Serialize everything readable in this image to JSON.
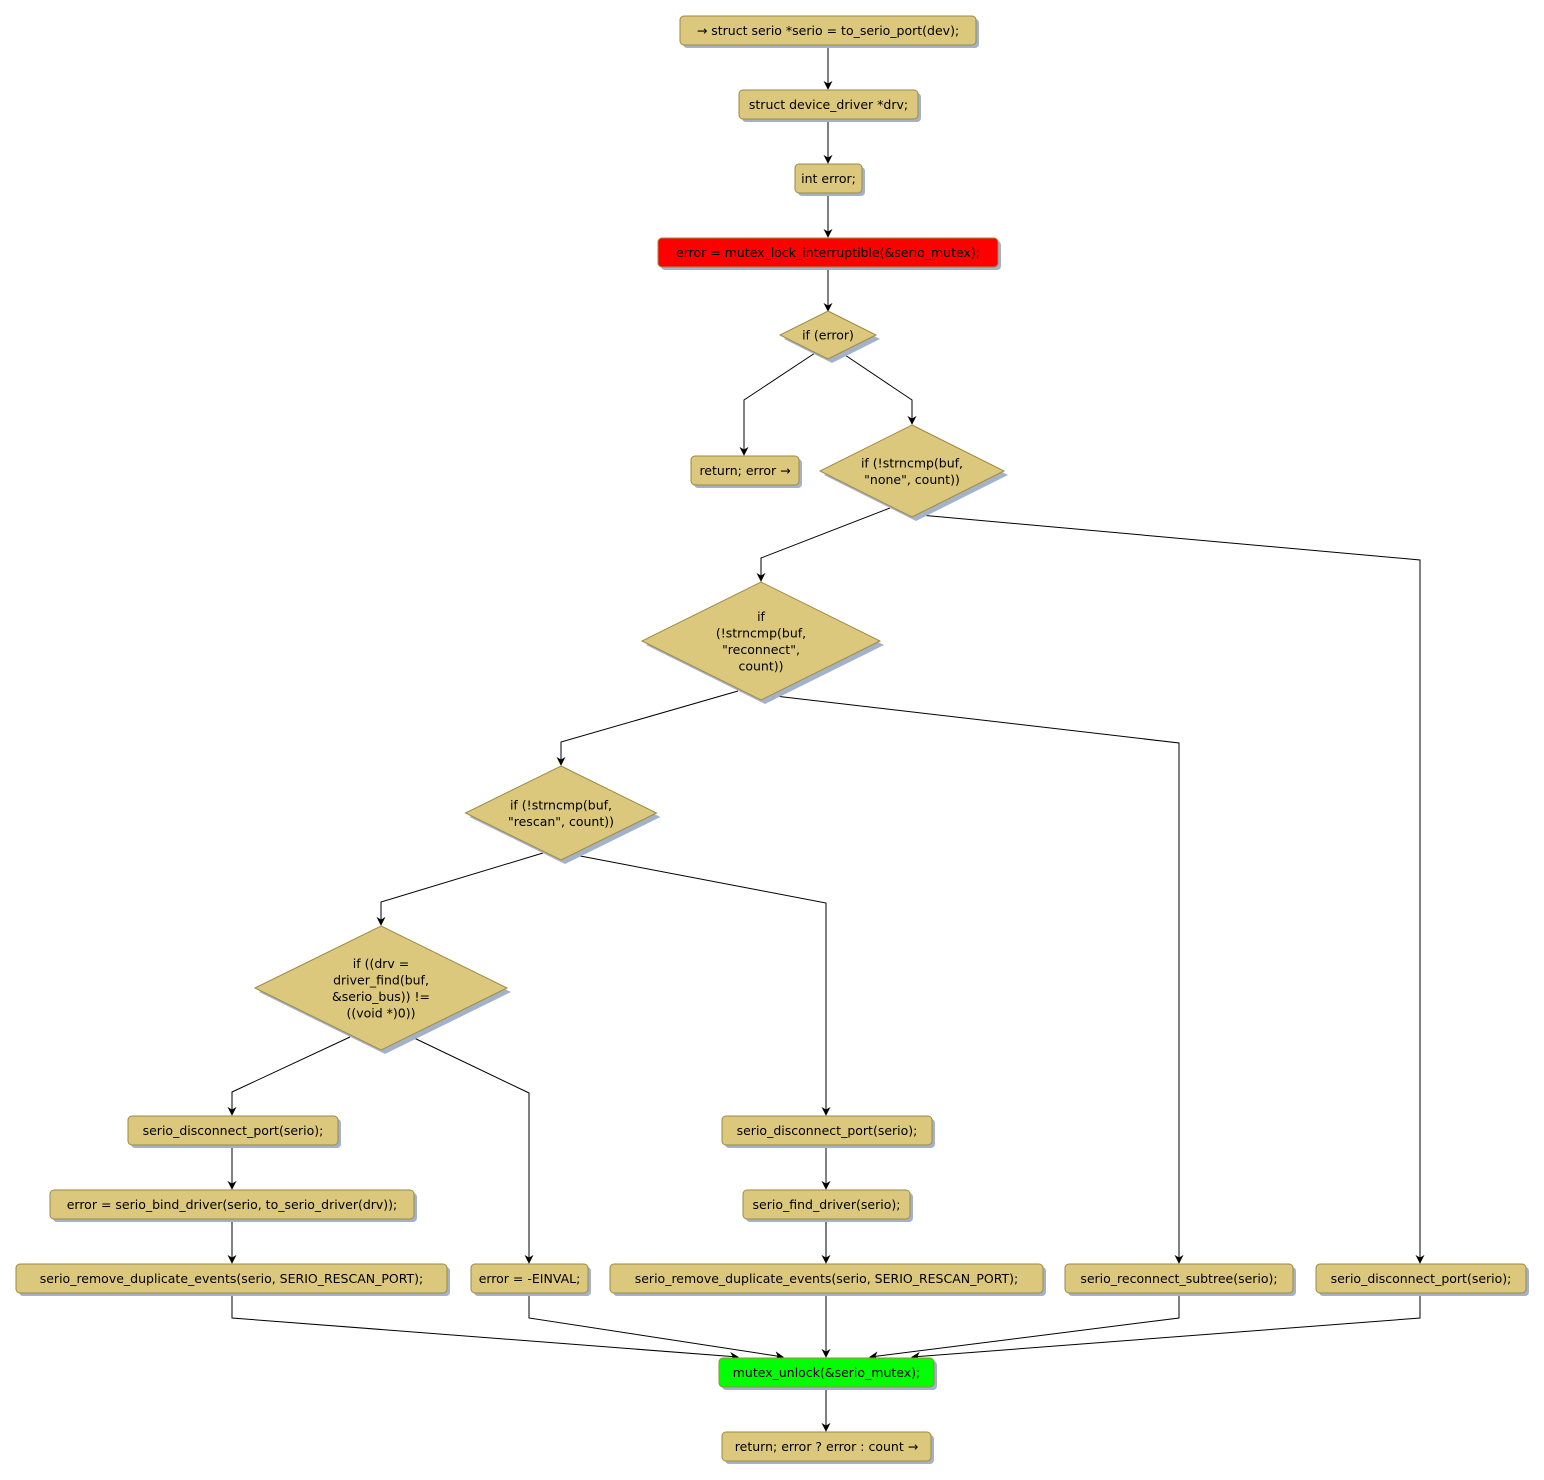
{
  "diagram": {
    "type": "flowchart",
    "colors": {
      "node_fill": "#dbc87c",
      "node_border": "#9e8a45",
      "shadow": "#a3b2c9",
      "lock_fill": "#ff0000",
      "unlock_fill": "#00ff00"
    },
    "nodes": {
      "start": {
        "lines": [
          "→ struct serio *serio = to_serio_port(dev);"
        ]
      },
      "decl_drv": {
        "lines": [
          "struct device_driver *drv;"
        ]
      },
      "decl_error": {
        "lines": [
          "int error;"
        ]
      },
      "lock": {
        "lines": [
          "error = mutex_lock_interruptible(&serio_mutex);"
        ]
      },
      "if_error": {
        "lines": [
          "if (error)"
        ]
      },
      "return_error": {
        "lines": [
          "return; error →"
        ]
      },
      "if_none": {
        "lines": [
          "if (!strncmp(buf,",
          "\"none\", count))"
        ]
      },
      "if_reconnect": {
        "lines": [
          "if",
          "(!strncmp(buf,",
          "\"reconnect\",",
          "count))"
        ]
      },
      "if_rescan": {
        "lines": [
          "if (!strncmp(buf,",
          "\"rescan\", count))"
        ]
      },
      "if_driver_find": {
        "lines": [
          "if ((drv =",
          "driver_find(buf,",
          "&serio_bus)) !=",
          "((void *)0))"
        ]
      },
      "disconnect_a": {
        "lines": [
          "serio_disconnect_port(serio);"
        ]
      },
      "bind_driver": {
        "lines": [
          "error = serio_bind_driver(serio, to_serio_driver(drv));"
        ]
      },
      "remove_dup_a": {
        "lines": [
          "serio_remove_duplicate_events(serio, SERIO_RESCAN_PORT);"
        ]
      },
      "einval": {
        "lines": [
          "error = -EINVAL;"
        ]
      },
      "disconnect_b": {
        "lines": [
          "serio_disconnect_port(serio);"
        ]
      },
      "find_driver": {
        "lines": [
          "serio_find_driver(serio);"
        ]
      },
      "remove_dup_b": {
        "lines": [
          "serio_remove_duplicate_events(serio, SERIO_RESCAN_PORT);"
        ]
      },
      "reconnect_subtree": {
        "lines": [
          "serio_reconnect_subtree(serio);"
        ]
      },
      "disconnect_c": {
        "lines": [
          "serio_disconnect_port(serio);"
        ]
      },
      "unlock": {
        "lines": [
          "mutex_unlock(&serio_mutex);"
        ]
      },
      "return_final": {
        "lines": [
          "return; error ? error : count →"
        ]
      }
    }
  }
}
